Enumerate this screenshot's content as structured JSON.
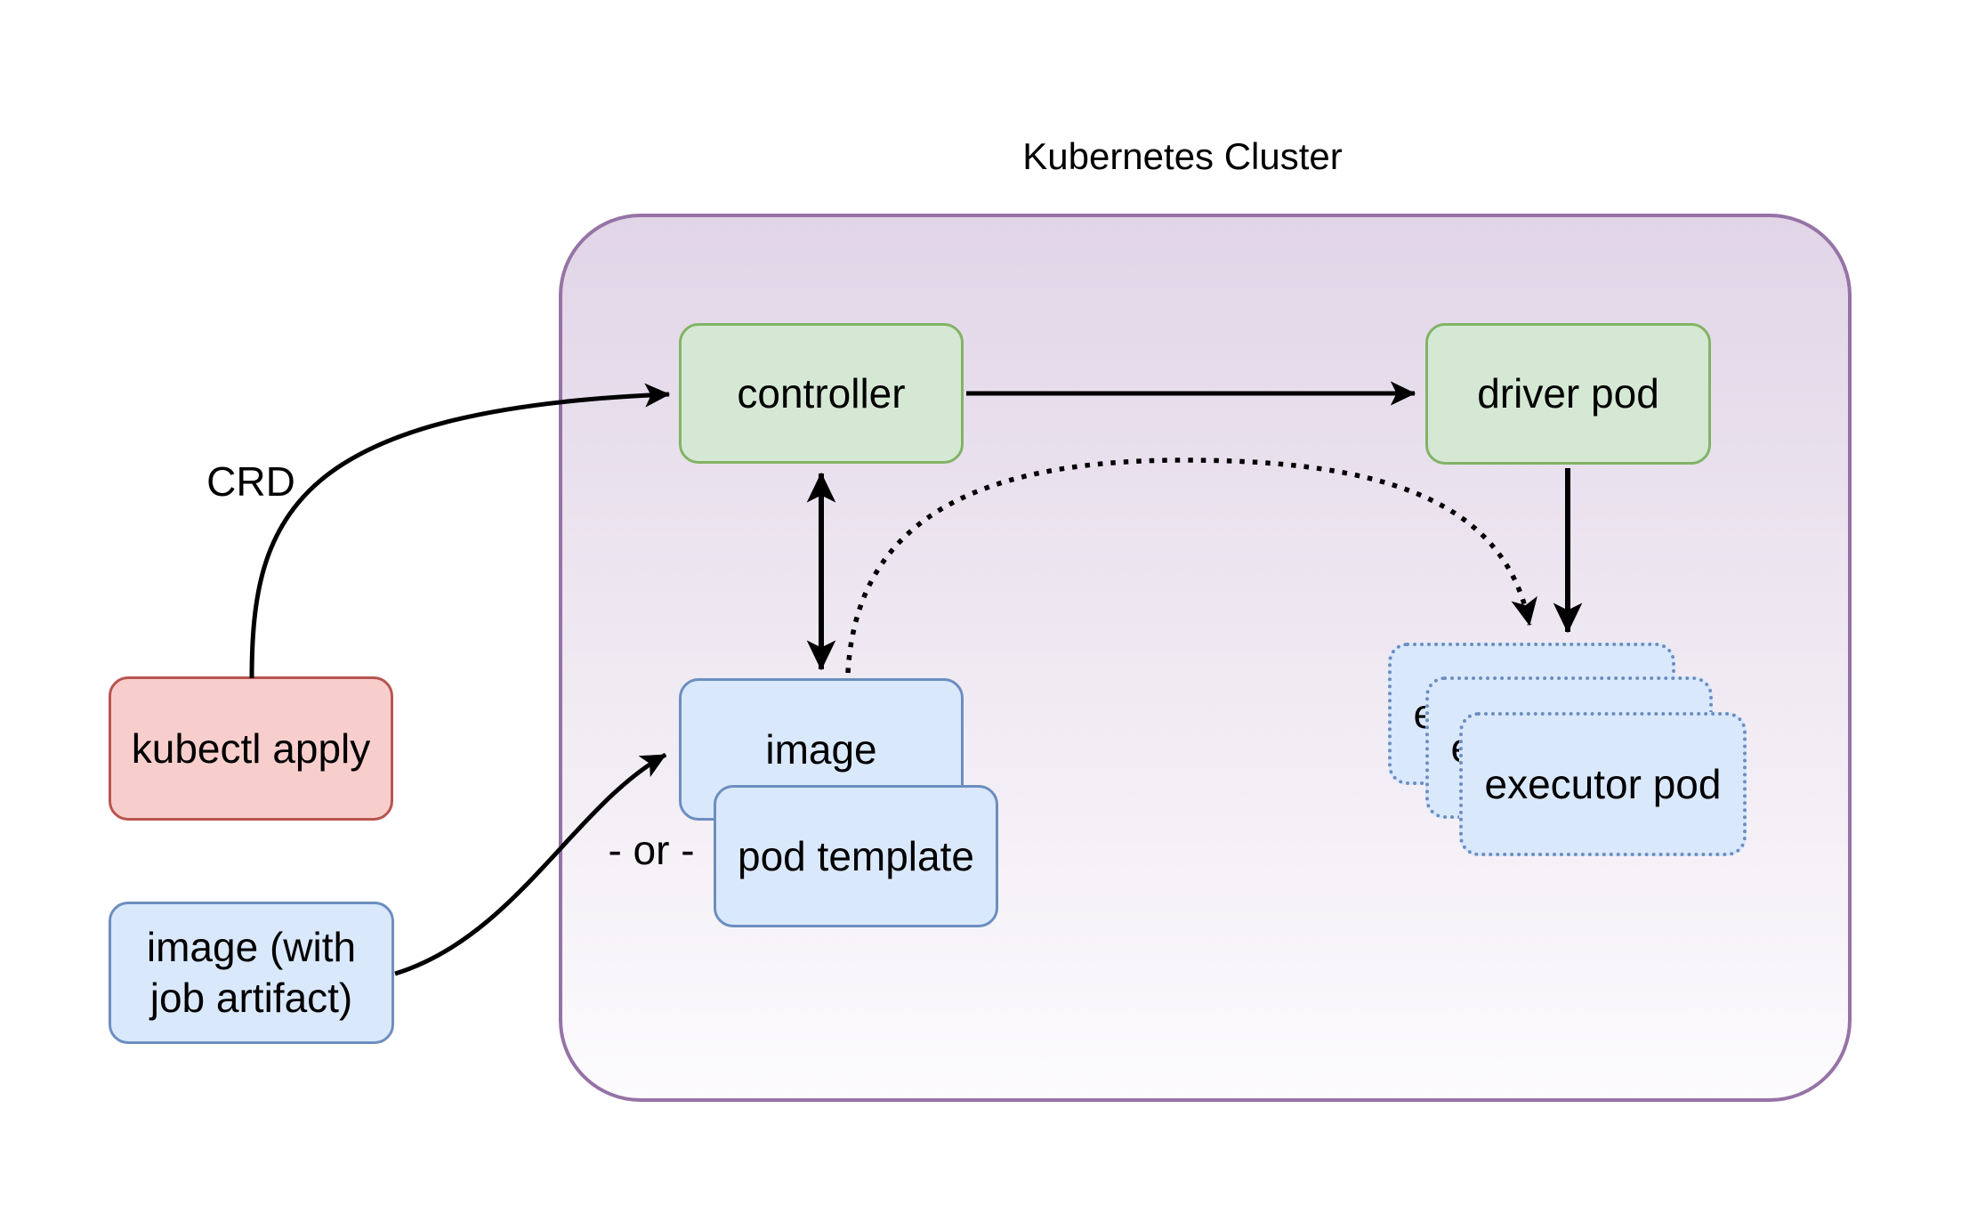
{
  "title": "Kubernetes Cluster",
  "labels": {
    "crd": "CRD",
    "or": "- or -"
  },
  "nodes": {
    "controller": {
      "label": "controller"
    },
    "driver_pod": {
      "label": "driver pod"
    },
    "image": {
      "label": "image"
    },
    "pod_template": {
      "label": "pod template"
    },
    "executor_back": {
      "label": "executor pod"
    },
    "executor_middle": {
      "label": "executor pod"
    },
    "executor_front": {
      "label": "executor pod"
    },
    "kubectl_apply": {
      "label": "kubectl apply"
    },
    "image_with_job_artifact": {
      "line1": "image (with",
      "line2": "job artifact)"
    }
  },
  "edges": [
    {
      "from": "kubectl apply",
      "to": "controller",
      "label": "CRD",
      "style": "solid curved arrow"
    },
    {
      "from": "controller",
      "to": "driver pod",
      "style": "solid straight arrow"
    },
    {
      "from": "controller",
      "to": "image",
      "style": "solid double-headed arrow"
    },
    {
      "from": "image",
      "to": "executor pods",
      "style": "dotted curved arrow"
    },
    {
      "from": "driver pod",
      "to": "executor pods",
      "style": "solid straight arrow"
    },
    {
      "from": "image (with job artifact)",
      "to": "image",
      "style": "solid curved arrow"
    }
  ],
  "colors": {
    "green_fill": "#d5e8d4",
    "green_border": "#82b366",
    "blue_fill": "#dae8fc",
    "blue_border": "#6c8ebf",
    "red_fill": "#f8cecc",
    "red_border": "#b85450",
    "cluster_border": "#9673a6",
    "cluster_fill_top": "#e1d5e7",
    "cluster_fill_bottom": "#fcfbfd",
    "arrow": "#000000",
    "text": "#000000"
  }
}
